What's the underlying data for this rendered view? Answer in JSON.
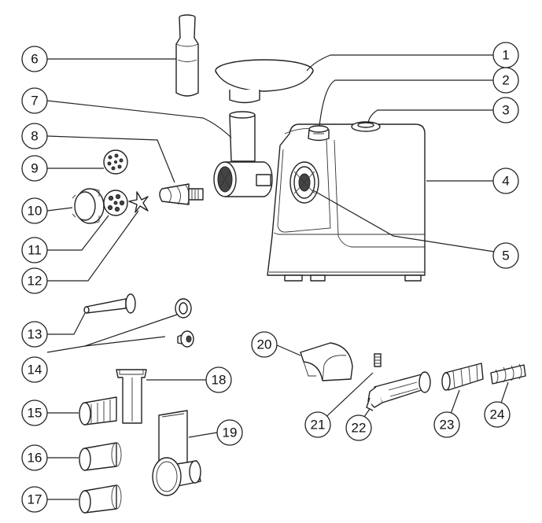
{
  "labels": {
    "l1": "1",
    "l2": "2",
    "l3": "3",
    "l4": "4",
    "l5": "5",
    "l6": "6",
    "l7": "7",
    "l8": "8",
    "l9": "9",
    "l10": "10",
    "l11": "11",
    "l12": "12",
    "l13": "13",
    "l14": "14",
    "l15": "15",
    "l16": "16",
    "l17": "17",
    "l18": "18",
    "l19": "19",
    "l20": "20",
    "l21": "21",
    "l22": "22",
    "l23": "23",
    "l24": "24"
  }
}
